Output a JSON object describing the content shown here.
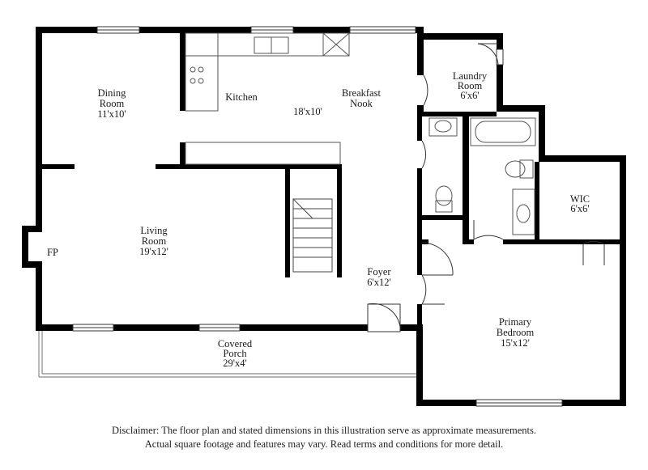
{
  "rooms": {
    "dining": {
      "name_line1": "Dining",
      "name_line2": "Room",
      "size": "11'x10'"
    },
    "kitchen": {
      "name": "Kitchen",
      "size": "18'x10'"
    },
    "breakfast": {
      "name_line1": "Breakfast",
      "name_line2": "Nook"
    },
    "laundry": {
      "name_line1": "Laundry",
      "name_line2": "Room",
      "size": "6'x6'"
    },
    "living": {
      "name_line1": "Living",
      "name_line2": "Room",
      "size": "19'x12'"
    },
    "fireplace": {
      "name": "FP"
    },
    "wic": {
      "name": "WIC",
      "size": "6'x6'"
    },
    "foyer": {
      "name": "Foyer",
      "size": "6'x12'"
    },
    "porch": {
      "name_line1": "Covered",
      "name_line2": "Porch",
      "size": "29'x4'"
    },
    "primary": {
      "name_line1": "Primary",
      "name_line2": "Bedroom",
      "size": "15'x12'"
    }
  },
  "disclaimer": {
    "line1": "Disclaimer: The floor plan and stated dimensions in this illustration serve as approximate measurements.",
    "line2": "Actual square footage and features may vary. Read terms and conditions for more detail."
  },
  "colors": {
    "wall": "#000000",
    "fixture": "#555555",
    "background": "#ffffff"
  }
}
